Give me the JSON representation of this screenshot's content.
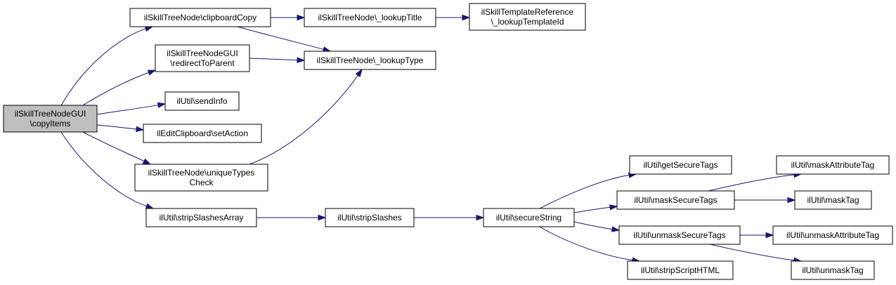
{
  "colors": {
    "edge": "#191970",
    "root_fill": "#bfbfbf",
    "node_fill": "#ffffff",
    "border": "#000000"
  },
  "nodes": {
    "copyItems": {
      "lines": [
        "ilSkillTreeNodeGUI",
        "\\copyItems"
      ],
      "root": true
    },
    "clipboardCopy": {
      "lines": [
        "ilSkillTreeNode\\clipboardCopy"
      ]
    },
    "lookupTitle": {
      "lines": [
        "ilSkillTreeNode\\_lookupTitle"
      ]
    },
    "lookupTemplateId": {
      "lines": [
        "ilSkillTemplateReference",
        "\\_lookupTemplateId"
      ]
    },
    "redirectToParent": {
      "lines": [
        "ilSkillTreeNodeGUI",
        "\\redirectToParent"
      ]
    },
    "lookupType": {
      "lines": [
        "ilSkillTreeNode\\_lookupType"
      ]
    },
    "sendInfo": {
      "lines": [
        "ilUtil\\sendInfo"
      ]
    },
    "setAction": {
      "lines": [
        "ilEditClipboard\\setAction"
      ]
    },
    "uniqueTypesCheck": {
      "lines": [
        "ilSkillTreeNode\\uniqueTypes",
        "Check"
      ]
    },
    "stripSlashesArray": {
      "lines": [
        "ilUtil\\stripSlashesArray"
      ]
    },
    "stripSlashes": {
      "lines": [
        "ilUtil\\stripSlashes"
      ]
    },
    "secureString": {
      "lines": [
        "ilUtil\\secureString"
      ]
    },
    "getSecureTags": {
      "lines": [
        "ilUtil\\getSecureTags"
      ]
    },
    "maskSecureTags": {
      "lines": [
        "ilUtil\\maskSecureTags"
      ]
    },
    "unmaskSecureTags": {
      "lines": [
        "ilUtil\\unmaskSecureTags"
      ]
    },
    "stripScriptHTML": {
      "lines": [
        "ilUtil\\stripScriptHTML"
      ]
    },
    "maskAttributeTag": {
      "lines": [
        "ilUtil\\maskAttributeTag"
      ]
    },
    "maskTag": {
      "lines": [
        "ilUtil\\maskTag"
      ]
    },
    "unmaskAttributeTag": {
      "lines": [
        "ilUtil\\unmaskAttributeTag"
      ]
    },
    "unmaskTag": {
      "lines": [
        "ilUtil\\unmaskTag"
      ]
    }
  },
  "edges": [
    [
      "copyItems",
      "clipboardCopy"
    ],
    [
      "copyItems",
      "redirectToParent"
    ],
    [
      "copyItems",
      "sendInfo"
    ],
    [
      "copyItems",
      "setAction"
    ],
    [
      "copyItems",
      "uniqueTypesCheck"
    ],
    [
      "copyItems",
      "stripSlashesArray"
    ],
    [
      "clipboardCopy",
      "lookupTitle"
    ],
    [
      "clipboardCopy",
      "lookupType"
    ],
    [
      "lookupTitle",
      "lookupTemplateId"
    ],
    [
      "redirectToParent",
      "lookupType"
    ],
    [
      "uniqueTypesCheck",
      "lookupType"
    ],
    [
      "stripSlashesArray",
      "stripSlashes"
    ],
    [
      "stripSlashes",
      "secureString"
    ],
    [
      "secureString",
      "getSecureTags"
    ],
    [
      "secureString",
      "maskSecureTags"
    ],
    [
      "secureString",
      "unmaskSecureTags"
    ],
    [
      "secureString",
      "stripScriptHTML"
    ],
    [
      "maskSecureTags",
      "maskAttributeTag"
    ],
    [
      "maskSecureTags",
      "maskTag"
    ],
    [
      "unmaskSecureTags",
      "unmaskAttributeTag"
    ],
    [
      "unmaskSecureTags",
      "unmaskTag"
    ]
  ]
}
